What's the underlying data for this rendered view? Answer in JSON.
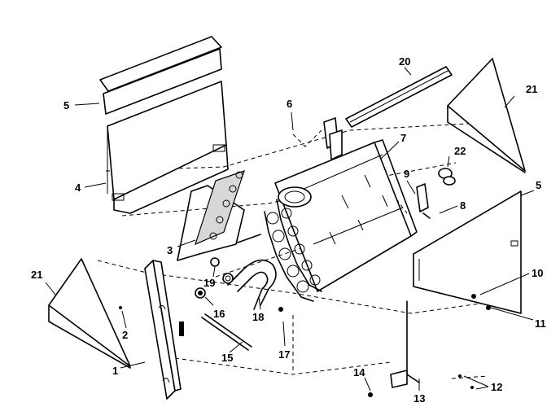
{
  "labels": {
    "p1": "1",
    "p2": "2",
    "p3": "3",
    "p4": "4",
    "p5a": "5",
    "p5b": "5",
    "p6": "6",
    "p7": "7",
    "p8": "8",
    "p9": "9",
    "p10": "10",
    "p11": "11",
    "p12": "12",
    "p13": "13",
    "p14": "14",
    "p15": "15",
    "p16": "16",
    "p17": "17",
    "p18": "18",
    "p19": "19",
    "p20": "20",
    "p21a": "21",
    "p21b": "21",
    "p22": "22"
  }
}
